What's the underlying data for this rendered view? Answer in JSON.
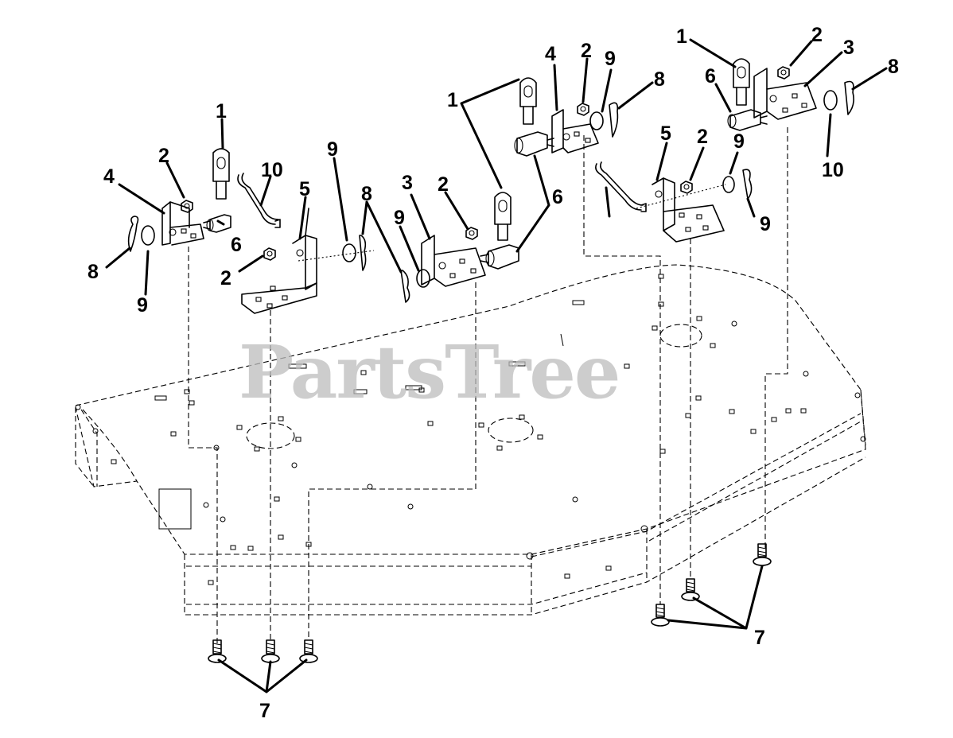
{
  "watermark": "PartsTree",
  "callouts": [
    {
      "id": "c1a",
      "label": "1"
    },
    {
      "id": "c1b",
      "label": "1"
    },
    {
      "id": "c1c",
      "label": "1"
    },
    {
      "id": "c2a",
      "label": "2"
    },
    {
      "id": "c2b",
      "label": "2"
    },
    {
      "id": "c2c",
      "label": "2"
    },
    {
      "id": "c2d",
      "label": "2"
    },
    {
      "id": "c2e",
      "label": "2"
    },
    {
      "id": "c2f",
      "label": "2"
    },
    {
      "id": "c3a",
      "label": "3"
    },
    {
      "id": "c3b",
      "label": "3"
    },
    {
      "id": "c4a",
      "label": "4"
    },
    {
      "id": "c4b",
      "label": "4"
    },
    {
      "id": "c5a",
      "label": "5"
    },
    {
      "id": "c5b",
      "label": "5"
    },
    {
      "id": "c6a",
      "label": "6"
    },
    {
      "id": "c6b",
      "label": "6"
    },
    {
      "id": "c6c",
      "label": "6"
    },
    {
      "id": "c7a",
      "label": "7"
    },
    {
      "id": "c7b",
      "label": "7"
    },
    {
      "id": "c8a",
      "label": "8"
    },
    {
      "id": "c8b",
      "label": "8"
    },
    {
      "id": "c8c",
      "label": "8"
    },
    {
      "id": "c8d",
      "label": "8"
    },
    {
      "id": "c9a",
      "label": "9"
    },
    {
      "id": "c9b",
      "label": "9"
    },
    {
      "id": "c9c",
      "label": "9"
    },
    {
      "id": "c9d",
      "label": "9"
    },
    {
      "id": "c9e",
      "label": "9"
    },
    {
      "id": "c9f",
      "label": "9"
    },
    {
      "id": "c10a",
      "label": "10"
    },
    {
      "id": "c10b",
      "label": "10"
    }
  ]
}
